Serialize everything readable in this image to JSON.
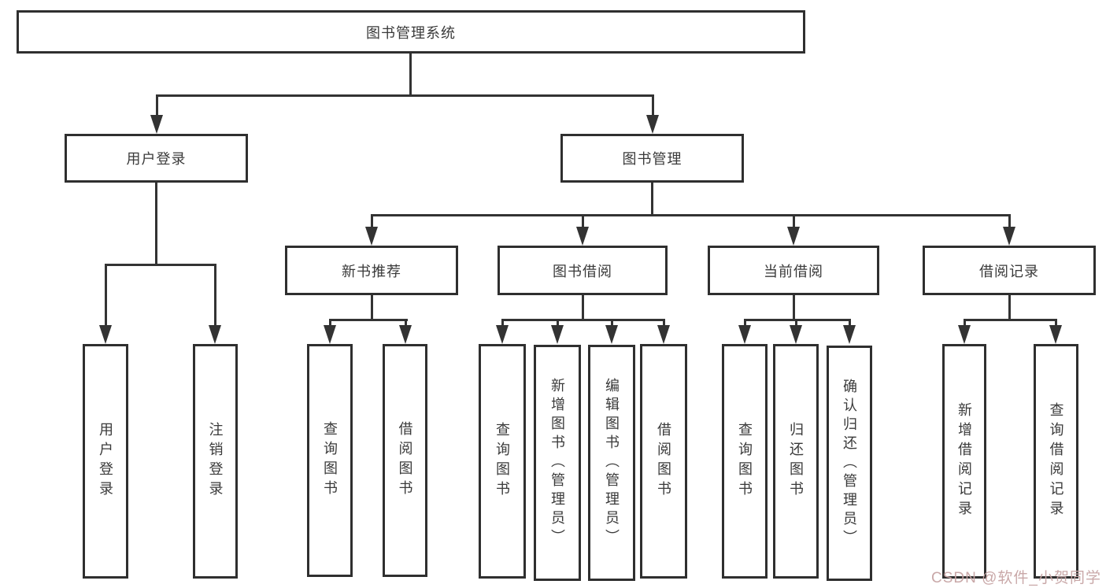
{
  "nodes": {
    "root": "图书管理系统",
    "user_login": "用户登录",
    "book_mgmt": "图书管理",
    "new_rec": "新书推荐",
    "borrow": "图书借阅",
    "current": "当前借阅",
    "records": "借阅记录",
    "leaf_login": "用户登录",
    "leaf_logout": "注销登录",
    "leaf_rec_query": "查询图书",
    "leaf_rec_borrow": "借阅图书",
    "leaf_borrow_query": "查询图书",
    "leaf_borrow_add": "新增图书（管理员）",
    "leaf_borrow_edit": "编辑图书（管理员）",
    "leaf_borrow_borrow": "借阅图书",
    "leaf_cur_query": "查询图书",
    "leaf_cur_return": "归还图书",
    "leaf_cur_confirm": "确认归还（管理员）",
    "leaf_records_add": "新增借阅记录",
    "leaf_records_query": "查询借阅记录"
  },
  "watermark": {
    "text": "CSDN @软件_小贺同学",
    "color": "#c6a3a3"
  },
  "colors": {
    "line": "#333333",
    "box_border": "#2f2f2f",
    "text": "#3a3a3a",
    "background": "#ffffff"
  }
}
